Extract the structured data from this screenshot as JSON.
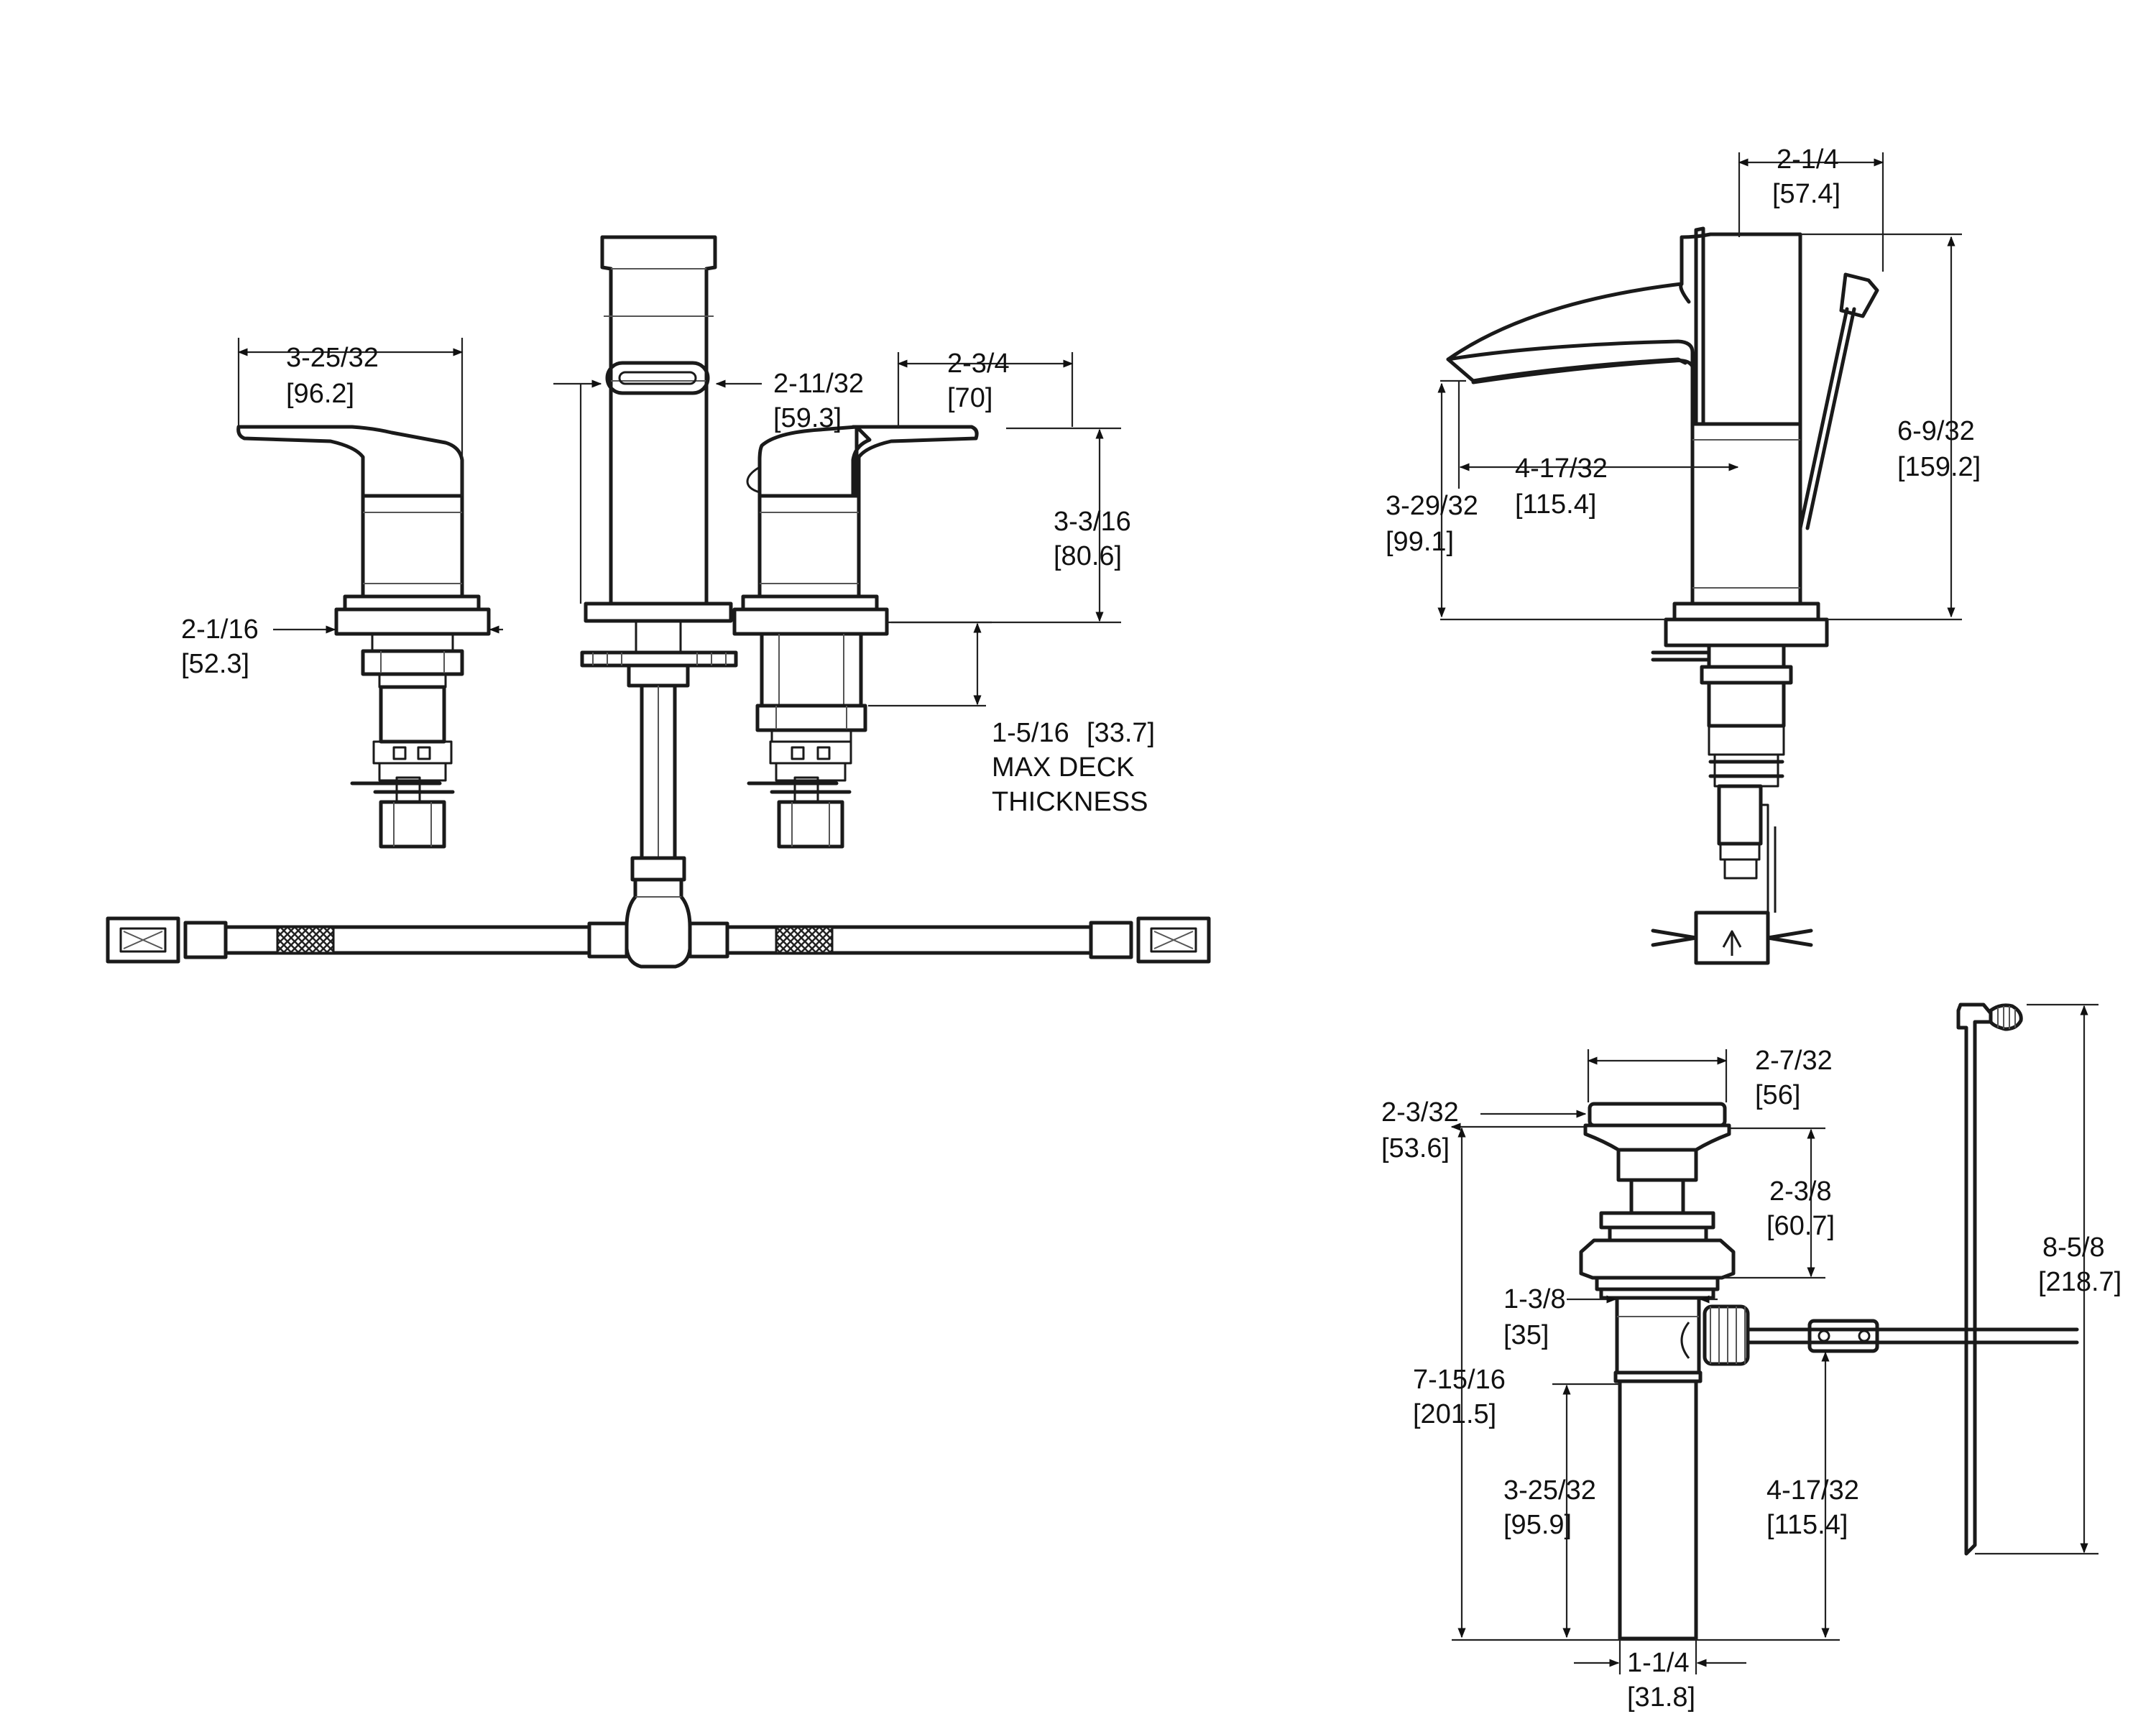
{
  "dimensions": {
    "handle_width": {
      "imperial": "3-25/32",
      "metric": "[96.2]"
    },
    "spout_width": {
      "imperial": "2-11/32",
      "metric": "[59.3]"
    },
    "handle_reach": {
      "imperial": "2-3/4",
      "metric": "[70]"
    },
    "handle_height": {
      "imperial": "3-3/16",
      "metric": "[80.6]"
    },
    "handle_base": {
      "imperial": "2-1/16",
      "metric": "[52.3]"
    },
    "max_deck": {
      "imperial": "1-5/16",
      "metric": "[33.7]",
      "line2": "MAX DECK",
      "line3": "THICKNESS"
    },
    "spout_depth": {
      "imperial": "2-1/4",
      "metric": "[57.4]"
    },
    "spout_height": {
      "imperial": "6-9/32",
      "metric": "[159.2]"
    },
    "spout_reach": {
      "imperial": "4-17/32",
      "metric": "[115.4]"
    },
    "spout_outlet_height": {
      "imperial": "3-29/32",
      "metric": "[99.1]"
    },
    "drain_flange": {
      "imperial": "2-7/32",
      "metric": "[56]"
    },
    "drain_top": {
      "imperial": "2-3/32",
      "metric": "[53.6]"
    },
    "drain_body": {
      "imperial": "2-3/8",
      "metric": "[60.7]"
    },
    "drain_thread": {
      "imperial": "1-3/8",
      "metric": "[35]"
    },
    "drain_overall": {
      "imperial": "7-15/16",
      "metric": "[201.5]"
    },
    "drain_tailpiece": {
      "imperial": "3-25/32",
      "metric": "[95.9]"
    },
    "drain_pivot": {
      "imperial": "4-17/32",
      "metric": "[115.4]"
    },
    "lift_rod": {
      "imperial": "8-5/8",
      "metric": "[218.7]"
    },
    "tail_diameter": {
      "imperial": "1-1/4",
      "metric": "[31.8]"
    }
  }
}
